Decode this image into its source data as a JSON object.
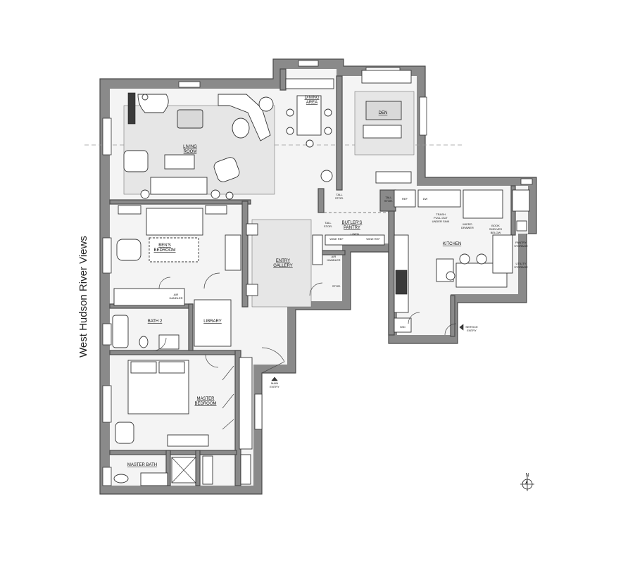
{
  "side_note": "West Hudson River Views",
  "north_label": "N",
  "rooms": {
    "living_room": [
      "LIVING",
      "ROOM"
    ],
    "dining_area": [
      "DINING",
      "AREA"
    ],
    "den": "DEN",
    "bens_bedroom": [
      "BEN'S",
      "BEDROOM"
    ],
    "entry_gallery": [
      "ENTRY",
      "GALLERY"
    ],
    "butlers_pantry": [
      "BUTLER'S",
      "PANTRY"
    ],
    "kitchen": "KITCHEN",
    "bath_2": "BATH 2",
    "library": "LIBRARY",
    "master_bedroom": [
      "MASTER",
      "BEDROOM"
    ],
    "master_bath": "MASTER BATH"
  },
  "labels": {
    "main_entry": [
      "MAIN",
      "ENTRY"
    ],
    "service_entry": [
      "SERVICE",
      "ENTRY"
    ],
    "tall_stor_1": [
      "TALL",
      "STOR."
    ],
    "tall_stor_2": [
      "TALL",
      "STOR."
    ],
    "tall_stor_3": [
      "TALL",
      "STOR."
    ],
    "wine_ref_1": "WINE REF",
    "wine_ref_2": "WINE REF",
    "ref": "REF",
    "linen": "LINEN",
    "air_handler_1": [
      "AIR",
      "HANDLER"
    ],
    "air_handler_2": [
      "AIR",
      "HANDLER"
    ],
    "stor": "STOR.",
    "trash": [
      "TRASH",
      "PULL-OUT",
      "UNDER SINK"
    ],
    "micro_drawer": [
      "MICRO",
      "DRAWER"
    ],
    "book_shelves": [
      "BOOK",
      "SHELVES",
      "BELOW"
    ],
    "pantry_storage": [
      "PANTRY",
      "STORAGE"
    ],
    "utility_storage": [
      "UTILITY",
      "STORAGE"
    ],
    "wd": "W/D",
    "dw": "DW"
  }
}
